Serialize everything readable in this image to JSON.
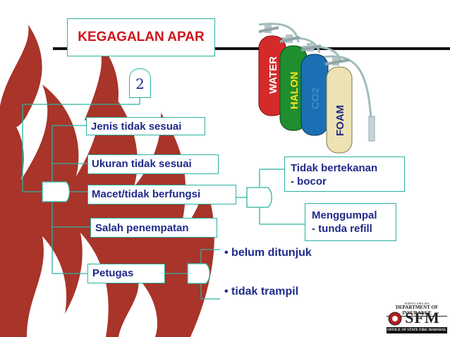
{
  "slide": {
    "title": "KEGAGALAN APAR",
    "number": "2",
    "extinguishers": [
      {
        "label": "WATER",
        "color": "#d42a2a"
      },
      {
        "label": "HALON",
        "color": "#1e8e2e"
      },
      {
        "label": "CO2",
        "color": "#1c6fb3"
      },
      {
        "label": "FOAM",
        "color": "#ece2b4"
      }
    ],
    "causes": [
      "Jenis tidak sesuai",
      "Ukuran tidak sesuai",
      "Macet/tidak berfungsi",
      "Salah penempatan",
      "Petugas"
    ],
    "macet_reasons": [
      "Tidak bertekanan",
      "- bocor",
      "Menggumpal",
      "- tunda refill"
    ],
    "petugas_reasons": [
      "•  belum ditunjuk",
      "•  tidak trampil"
    ],
    "logo": {
      "state": "NORTH CAROLINA",
      "dept": "DEPARTMENT OF INSURANCE",
      "mark": "SFM",
      "office": "OFFICE OF STATE FIRE MARSHAL"
    },
    "colors": {
      "flame": "#a8342a",
      "line": "#2bb3a0",
      "text": "#1f2a8a",
      "title": "#d0141b"
    }
  }
}
